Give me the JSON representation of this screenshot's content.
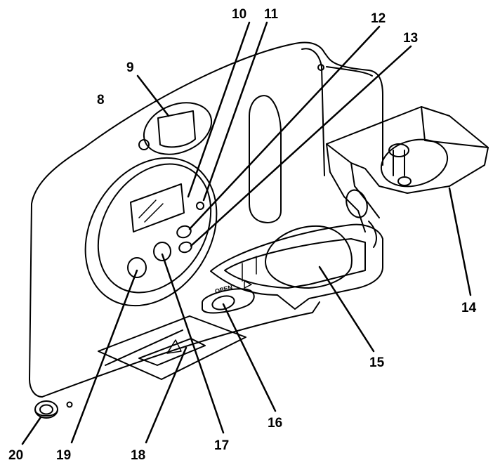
{
  "diagram": {
    "style": {
      "stroke": "#000000",
      "fill": "#ffffff"
    },
    "callouts": [
      {
        "id": "8",
        "label": "8"
      },
      {
        "id": "9",
        "label": "9"
      },
      {
        "id": "10",
        "label": "10"
      },
      {
        "id": "11",
        "label": "11"
      },
      {
        "id": "12",
        "label": "12"
      },
      {
        "id": "13",
        "label": "13"
      },
      {
        "id": "14",
        "label": "14"
      },
      {
        "id": "15",
        "label": "15"
      },
      {
        "id": "16",
        "label": "16"
      },
      {
        "id": "17",
        "label": "17"
      },
      {
        "id": "18",
        "label": "18"
      },
      {
        "id": "19",
        "label": "19"
      },
      {
        "id": "20",
        "label": "20"
      }
    ],
    "embossed_text": {
      "open_label": "OPEN"
    }
  }
}
